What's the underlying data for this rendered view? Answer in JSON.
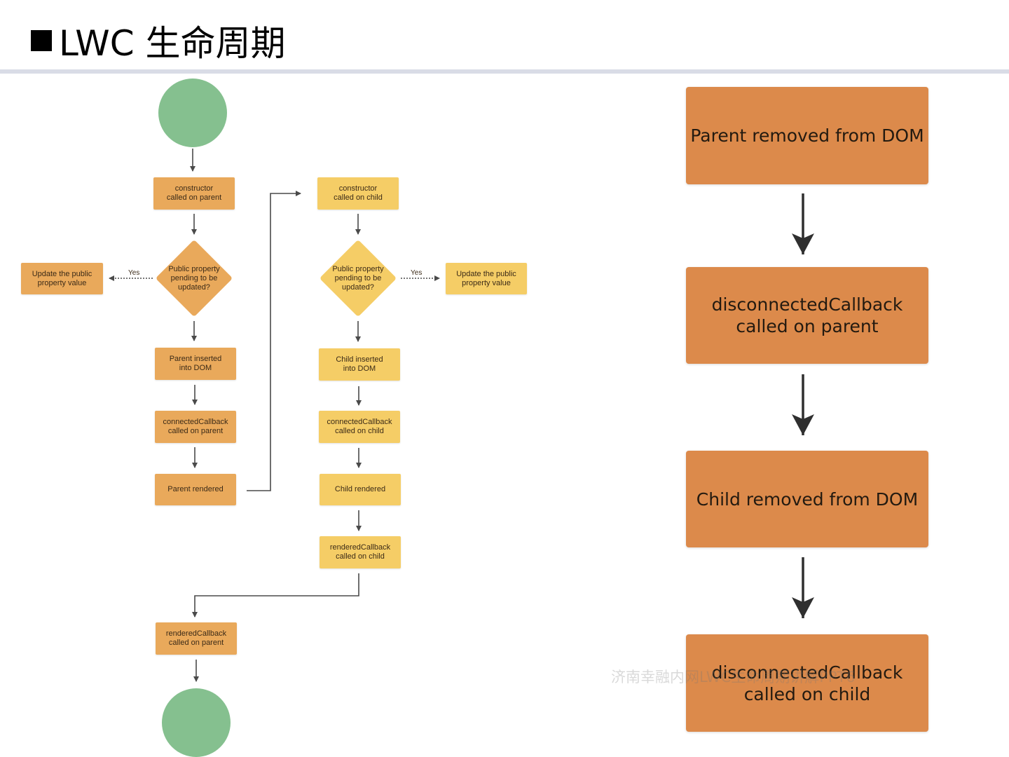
{
  "title": "LWC 生命周期",
  "left_flow": {
    "parent_constructor": "constructor\ncalled on parent",
    "parent_decision": "Public property\npending to be\nupdated?",
    "parent_update": "Update the public\nproperty value",
    "parent_yes": "Yes",
    "parent_inserted": "Parent inserted\ninto DOM",
    "parent_connected": "connectedCallback\ncalled on parent",
    "parent_rendered": "Parent rendered",
    "child_constructor": "constructor\ncalled on child",
    "child_decision": "Public property\npending to be\nupdated?",
    "child_yes": "Yes",
    "child_update": "Update the public\nproperty value",
    "child_inserted": "Child inserted\ninto DOM",
    "child_connected": "connectedCallback\ncalled on child",
    "child_rendered": "Child rendered",
    "child_rendered_callback": "renderedCallback\ncalled on child",
    "parent_rendered_callback": "renderedCallback\ncalled on parent"
  },
  "right_flow": {
    "steps": [
      "Parent removed from DOM",
      "disconnectedCallback\ncalled on parent",
      "Child removed from DOM",
      "disconnectedCallback\ncalled on child"
    ]
  },
  "watermark": "济南幸融内网LWC生命周期讲解PPT6",
  "colors": {
    "start_end_circle": "#85c08f",
    "parent_box": "#e9a95b",
    "child_box": "#f5cd66",
    "right_box": "#dc8a4b",
    "rule": "#d9dce6"
  }
}
